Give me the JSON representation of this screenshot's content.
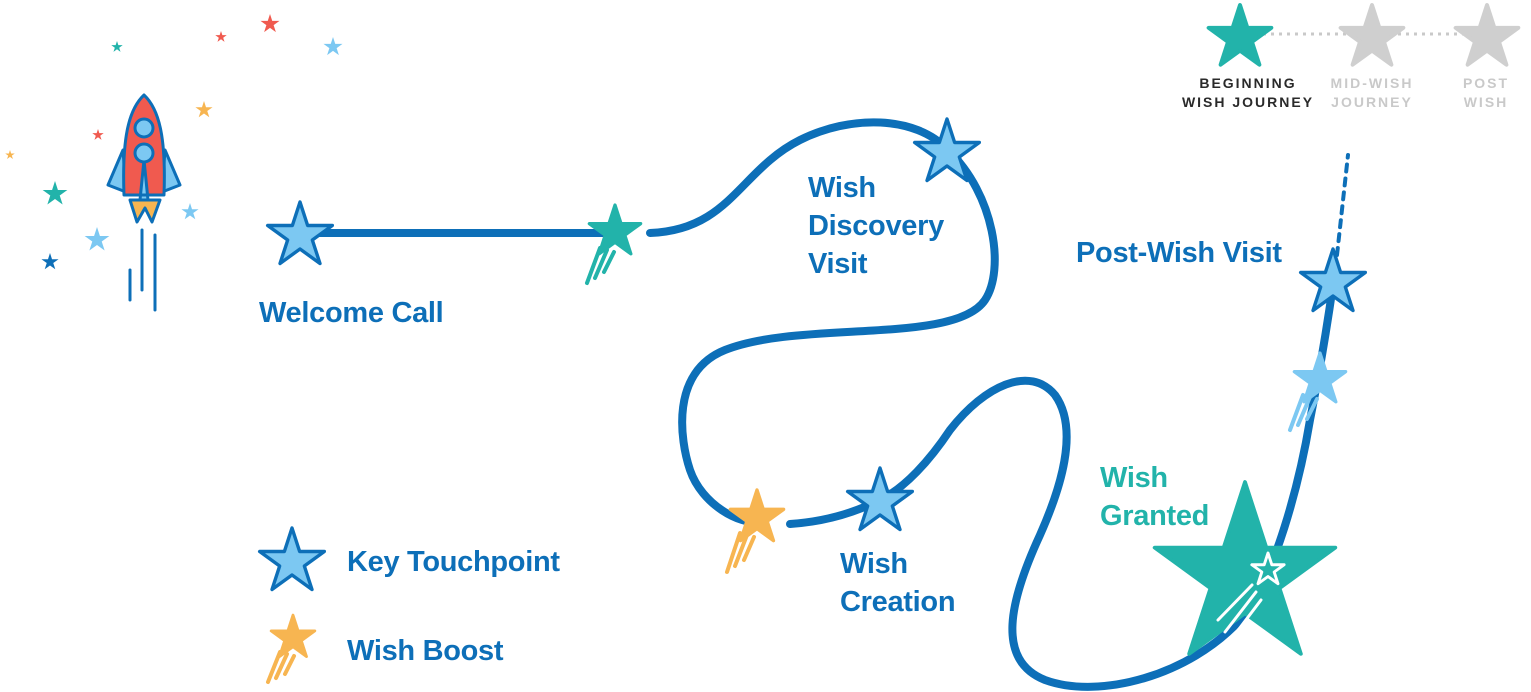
{
  "colors": {
    "path_blue": "#0d6fb8",
    "star_light_blue": "#7cc8f2",
    "star_teal": "#22b3aa",
    "star_orange": "#f7b551",
    "star_red": "#f05a4f",
    "stage_active": "#22b3aa",
    "stage_inactive": "#cfcfcf"
  },
  "stages": [
    {
      "label": "BEGINNING\nWISH JOURNEY",
      "active": true
    },
    {
      "label": "MID-WISH\nJOURNEY",
      "active": false
    },
    {
      "label": "POST\nWISH",
      "active": false
    }
  ],
  "touchpoints": {
    "welcome_call": "Welcome Call",
    "wish_discovery_visit": "Wish\nDiscovery\nVisit",
    "wish_creation": "Wish\nCreation",
    "wish_granted": "Wish\nGranted",
    "post_wish_visit": "Post-Wish Visit"
  },
  "legend": {
    "key_touchpoint": "Key Touchpoint",
    "wish_boost": "Wish Boost"
  },
  "icons": {
    "rocket": "rocket-icon",
    "key_touchpoint": "star-icon",
    "wish_boost": "shooting-star-icon",
    "wish_granted": "big-star-icon"
  }
}
